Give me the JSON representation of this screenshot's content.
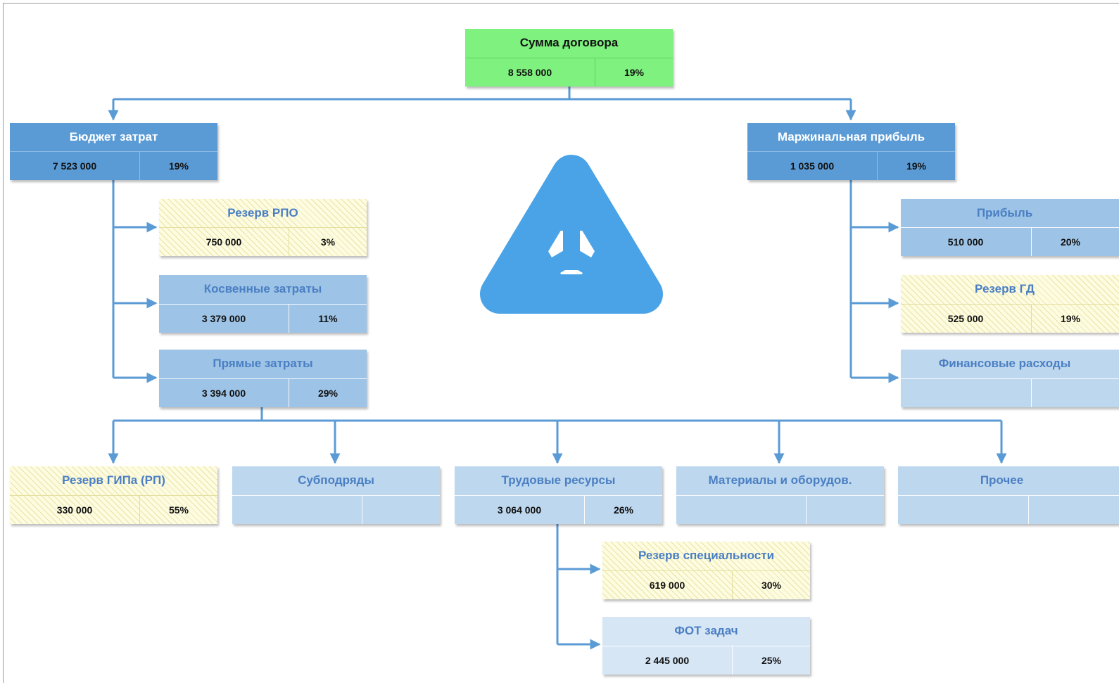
{
  "colors": {
    "connector": "#5b9bd5",
    "root_fill": "#7ef17e",
    "dark_fill": "#5b9bd5",
    "medium_fill": "#9dc3e6",
    "light_fill": "#bdd7ee",
    "pale_fill": "#d6e6f5",
    "reserve_fill": "#fefce0",
    "header_text": "#4a7fc3",
    "logo": "#4aa3e6"
  },
  "logo": {
    "icon": "triangle-arrows-logo"
  },
  "nodes": {
    "contract_sum": {
      "title": "Сумма договора",
      "value": "8 558 000",
      "percent": "19%"
    },
    "cost_budget": {
      "title": "Бюджет затрат",
      "value": "7 523 000",
      "percent": "19%"
    },
    "marginal_profit": {
      "title": "Маржинальная прибыль",
      "value": "1 035 000",
      "percent": "19%"
    },
    "reserve_rpo": {
      "title": "Резерв РПО",
      "value": "750 000",
      "percent": "3%"
    },
    "indirect_costs": {
      "title": "Косвенные затраты",
      "value": "3 379 000",
      "percent": "11%"
    },
    "direct_costs": {
      "title": "Прямые затраты",
      "value": "3 394 000",
      "percent": "29%"
    },
    "profit": {
      "title": "Прибыль",
      "value": "510 000",
      "percent": "20%"
    },
    "reserve_gd": {
      "title": "Резерв ГД",
      "value": "525 000",
      "percent": "19%"
    },
    "financial_expenses": {
      "title": "Финансовые расходы",
      "value": "",
      "percent": ""
    },
    "reserve_gip": {
      "title": "Резерв ГИПа (РП)",
      "value": "330 000",
      "percent": "55%"
    },
    "subcontracts": {
      "title": "Субподряды",
      "value": "",
      "percent": ""
    },
    "labor_resources": {
      "title": "Трудовые ресурсы",
      "value": "3 064 000",
      "percent": "26%"
    },
    "materials": {
      "title": "Материалы и оборудов.",
      "value": "",
      "percent": ""
    },
    "other": {
      "title": "Прочее",
      "value": "",
      "percent": ""
    },
    "reserve_specialty": {
      "title": "Резерв специальности",
      "value": "619 000",
      "percent": "30%"
    },
    "task_payroll": {
      "title": "ФОТ задач",
      "value": "2 445 000",
      "percent": "25%"
    }
  }
}
